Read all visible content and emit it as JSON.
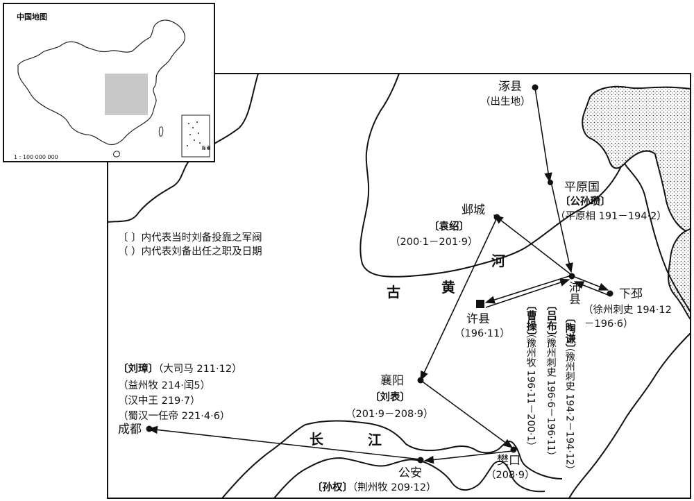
{
  "inset": {
    "title": "中国地图",
    "scale": "1 : 100 000 000",
    "sea_label_1": "南海",
    "sea_label_2": "诸岛"
  },
  "legend": {
    "square_bracket": "〔  〕内代表当时刘备投靠之军阀",
    "round_bracket": "（  ）内代表刘备出任之职及日期"
  },
  "rivers": {
    "gu": "古",
    "huang": "黄",
    "he": "河",
    "chang": "长",
    "jiang": "江"
  },
  "places": {
    "zhuoxian": {
      "name": "涿县",
      "note": "（出生地）"
    },
    "pingyuan": {
      "name": "平原国",
      "lord": "公孙瓒",
      "note": "（平原相 191－194·2）"
    },
    "yecheng": {
      "name": "邺城",
      "lord": "袁绍",
      "note": "（200·1－201·9）"
    },
    "peixian": {
      "name": "沛县",
      "lord1": "曹操",
      "note1": "（豫州牧 196·11－200·1）",
      "lord2": "吕布",
      "note2": "（豫州刺史 196·6－196·11）",
      "lord3": "陶谦",
      "note3": "（豫州刺史 194·2－194·12）"
    },
    "xiapi": {
      "name": "下邳",
      "note1": "（徐州刺史 194·12",
      "note2": "－196·6）"
    },
    "xuxian": {
      "name": "许县",
      "note": "（196·11）"
    },
    "xiangyang": {
      "name": "襄阳",
      "lord": "刘表",
      "note": "（201·9－208·9）"
    },
    "fankou": {
      "name": "樊口",
      "note": "（208·9）"
    },
    "gongan": {
      "name": "公安",
      "lord": "孙权",
      "note": "（荆州牧 209·12）"
    },
    "chengdu": {
      "name": "成都",
      "lord": "刘璋",
      "note1": "（大司马 211·12）",
      "note2": "（益州牧 214·闰5）",
      "note3": "（汉中王 219·7）",
      "note4": "（蜀汉一任帝 221·4·6）"
    }
  }
}
